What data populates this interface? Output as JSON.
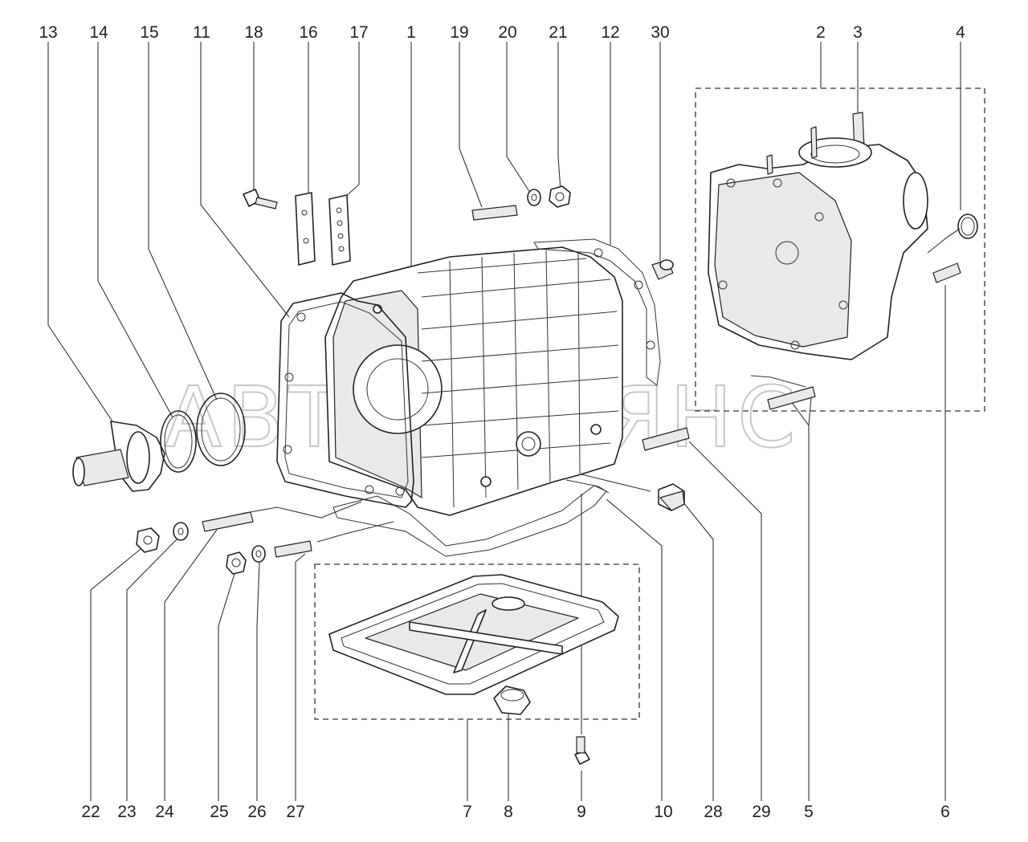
{
  "watermark": "АВТОАЛЬЯНС",
  "top_labels": [
    "13",
    "14",
    "15",
    "11",
    "18",
    "16",
    "17",
    "1",
    "19",
    "20",
    "21",
    "12",
    "30",
    "2",
    "3",
    "4"
  ],
  "bottom_labels": [
    "22",
    "23",
    "24",
    "25",
    "26",
    "27",
    "7",
    "8",
    "9",
    "10",
    "28",
    "29",
    "5",
    "6"
  ]
}
